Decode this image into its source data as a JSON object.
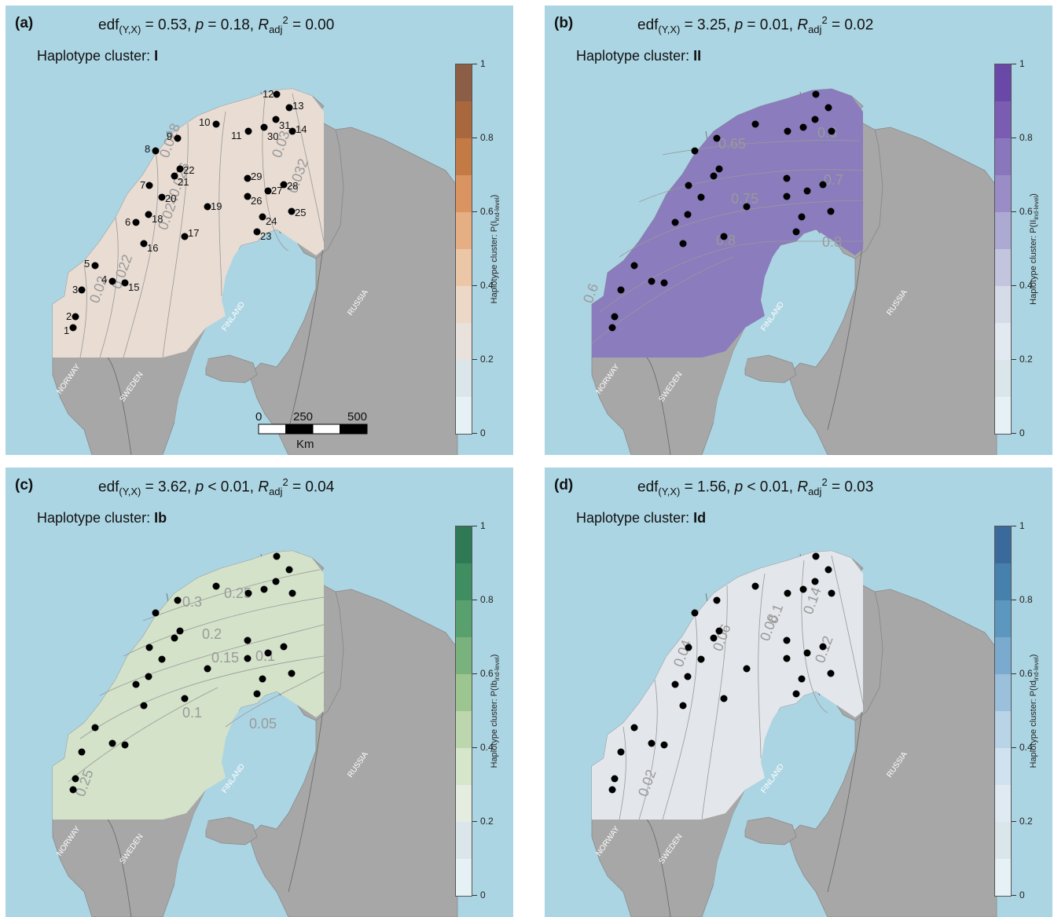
{
  "countries": [
    "NORWAY",
    "SWEDEN",
    "FINLAND",
    "RUSSIA"
  ],
  "scalebar": {
    "ticks": [
      "0",
      "250",
      "500"
    ],
    "unit": "Km"
  },
  "legend_ticks": [
    "1",
    "0.8",
    "0.6",
    "0.4",
    "0.2",
    "0"
  ],
  "site_labels": [
    "1",
    "2",
    "3",
    "4",
    "5",
    "6",
    "7",
    "8",
    "9",
    "10",
    "11",
    "12",
    "13",
    "14",
    "15",
    "16",
    "17",
    "18",
    "19",
    "20",
    "21",
    "22",
    "23",
    "24",
    "25",
    "26",
    "27",
    "28",
    "29",
    "30",
    "31"
  ],
  "panels": [
    {
      "label": "(a)",
      "edf": "0.53",
      "p": "0.18",
      "p_op": "=",
      "r2": "0.00",
      "cluster_prefix": "Haplotype cluster:",
      "cluster": "I",
      "legend_label": "Haplotype cluster: P(I",
      "legend_sub": "ind-level",
      "fill": "#e8dcd3",
      "palette": [
        "#8b5e45",
        "#a8673c",
        "#c47a45",
        "#d99461",
        "#e5ae83",
        "#ebc7a8",
        "#ecd8c6",
        "#e8e1dc",
        "#dbe6ea",
        "#e6f1f5"
      ],
      "contours": [
        "0.028",
        "0.026",
        "0.024",
        "0.022",
        "0.02",
        "0.03",
        "0.032"
      ]
    },
    {
      "label": "(b)",
      "edf": "3.25",
      "p": "0.01",
      "p_op": "=",
      "r2": "0.02",
      "cluster_prefix": "Haplotype cluster:",
      "cluster": "II",
      "legend_label": "Haplotype cluster: P(II",
      "legend_sub": "ind-level",
      "fill": "#8a7cbd",
      "palette": [
        "#6a48a8",
        "#7a5db3",
        "#8a76bd",
        "#9a8dc7",
        "#acaad2",
        "#c3c5de",
        "#d6dbe8",
        "#e2e9f0",
        "#dbe6ea",
        "#e6f1f5"
      ],
      "contours": [
        "0.65",
        "0.6",
        "0.7",
        "0.75",
        "0.8",
        "0.8",
        "0.6"
      ]
    },
    {
      "label": "(c)",
      "edf": "3.62",
      "p": "0.01",
      "p_op": "<",
      "r2": "0.04",
      "cluster_prefix": "Haplotype cluster:",
      "cluster": "Ib",
      "legend_label": "Haplotype cluster: P(Ib",
      "legend_sub": "ind-level",
      "fill": "#d3e2c9",
      "palette": [
        "#2f7a55",
        "#3f8e62",
        "#58a06e",
        "#79b27d",
        "#9cc590",
        "#bcd7ad",
        "#d5e6ca",
        "#e4ede0",
        "#dbe6ea",
        "#e6f1f5"
      ],
      "contours": [
        "0.3",
        "0.25",
        "0.2",
        "0.15",
        "0.1",
        "0.1",
        "0.05",
        "0.25"
      ]
    },
    {
      "label": "(d)",
      "edf": "1.56",
      "p": "0.01",
      "p_op": "<",
      "r2": "0.03",
      "cluster_prefix": "Haplotype cluster:",
      "cluster": "Id",
      "legend_label": "Haplotype cluster: P(Id",
      "legend_sub": "ind-level",
      "fill": "#e3e6ea",
      "palette": [
        "#3a6a9b",
        "#4680ad",
        "#5c97c0",
        "#7aabcf",
        "#9ac0dc",
        "#b9d3e7",
        "#d0e2ef",
        "#dfeaf2",
        "#dbe6ea",
        "#e6f1f5"
      ],
      "contours": [
        "0.14",
        "0.1",
        "0.08",
        "0.06",
        "0.04",
        "0.12",
        "0.02"
      ]
    }
  ]
}
